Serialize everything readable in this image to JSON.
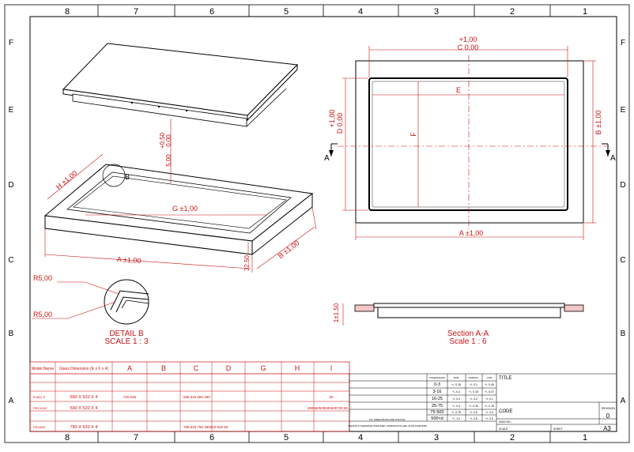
{
  "border": {
    "cols": [
      "8",
      "7",
      "6",
      "5",
      "4",
      "3",
      "2",
      "1"
    ],
    "rows": [
      "F",
      "E",
      "D",
      "C",
      "B",
      "A"
    ]
  },
  "dims": {
    "top_tol": "+1,00",
    "top_c": "C  0,00",
    "left_tol": "+1,00",
    "left_d": "D  0,00",
    "e": "E",
    "f": "F",
    "right_b": "B ±1,00",
    "bottom_a": "A ±1,00",
    "sec_a_left": "A",
    "sec_a_right": "A",
    "iso_h": "H ±1,00",
    "iso_g": "G ±1,00",
    "iso_a": "A ±1,00",
    "iso_b": "B ±1,00",
    "iso_depth_tol": "+0,50",
    "iso_depth_zero": "0,00",
    "iso_depth": "5,00",
    "iso_height": "32,50",
    "detail_tag": "B",
    "r1": "R5,00",
    "r2": "R5,00",
    "sec_thk": "1±1,50"
  },
  "captions": {
    "detail": "DETAIL B",
    "detail_scale": "SCALE 1 : 3",
    "section": "Section A-A",
    "section_scale": "Scale 1 : 6"
  },
  "table": {
    "header": [
      "Model Name",
      "Glass Dimension (E x F x 4)",
      "A",
      "B",
      "C",
      "D",
      "G",
      "H",
      "I"
    ],
    "rows": [
      {
        "model": "",
        "glass": "",
        "values": []
      },
      {
        "model": "",
        "glass": "",
        "values": []
      },
      {
        "model": "E4051 P",
        "glass": "590 X 520 X 4",
        "values": [
          "720 630",
          "",
          "595 525 560 490",
          "",
          "",
          "",
          "60"
        ]
      },
      {
        "model": "PEK1000",
        "glass": "590 X 520 X 4",
        "values": [
          "",
          "",
          "",
          "",
          "",
          "",
          "490560525595630720 50"
        ]
      },
      {
        "model": "",
        "glass": "",
        "values": []
      },
      {
        "model": "PEG800",
        "glass": "780 X 520 X 4",
        "values": [
          "",
          "",
          "785 525 750 490910 630 60",
          "",
          "",
          "",
          ""
        ]
      }
    ]
  },
  "tolerance": {
    "header": [
      "TOLERANCES",
      "FINE",
      "NORMAL",
      "COR"
    ],
    "rows": [
      [
        "0-3",
        "+/- 0.15",
        "+/- 0.1",
        "+/- 0.05"
      ],
      [
        "3-16",
        "+/- 0.2",
        "+/- 0.15",
        "+/- 0.07"
      ],
      [
        "16-25",
        "+/- 0.3",
        "+/- 0.2",
        "+/- 0.1"
      ],
      [
        "25-75",
        "+/- 0.4",
        "+/- 0.25",
        "+/- 0.15"
      ],
      [
        "75-500",
        "+/- 0.75",
        "+/- 0.5",
        "+/- 0.4"
      ],
      [
        "500<d",
        "+/- 1.0",
        "+/- 0.8",
        "+/- 0.6"
      ]
    ]
  },
  "titleblock": {
    "title_label": "TITLE",
    "code_label": "CODE",
    "revision_label": "REVISION",
    "revision_value": "0",
    "dwg_no": "DWG NO.:",
    "scale": "SCALE",
    "sheet": "SHEET",
    "size": "A3",
    "note1": "ALL DIMENSIONS ARE OFFICIAL",
    "note2": "UNLESS OTHERWISE SPECIFIED, DIMENSIONS ARE IN MILLIMETERS"
  }
}
